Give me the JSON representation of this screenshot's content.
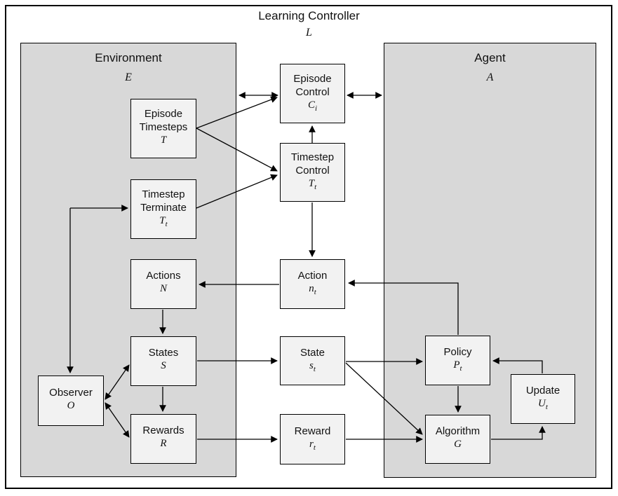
{
  "title": {
    "label": "Learning Controller",
    "symbol": "L"
  },
  "panels": {
    "environment": {
      "label": "Environment",
      "symbol": "E"
    },
    "agent": {
      "label": "Agent",
      "symbol": "A"
    }
  },
  "nodes": {
    "episode_control": {
      "label": "Episode Control",
      "symbol": "C",
      "subscript": "i"
    },
    "timestep_control": {
      "label": "Timestep Control",
      "symbol": "T",
      "subscript": "t"
    },
    "episode_timesteps": {
      "label": "Episode Timesteps",
      "symbol": "T",
      "subscript": ""
    },
    "timestep_terminate": {
      "label": "Timestep Terminate",
      "symbol": "T",
      "subscript": "t"
    },
    "actions": {
      "label": "Actions",
      "symbol": "N",
      "subscript": ""
    },
    "action": {
      "label": "Action",
      "symbol": "n",
      "subscript": "t"
    },
    "states": {
      "label": "States",
      "symbol": "S",
      "subscript": ""
    },
    "state": {
      "label": "State",
      "symbol": "s",
      "subscript": "t"
    },
    "observer": {
      "label": "Observer",
      "symbol": "O",
      "subscript": ""
    },
    "rewards": {
      "label": "Rewards",
      "symbol": "R",
      "subscript": ""
    },
    "reward": {
      "label": "Reward",
      "symbol": "r",
      "subscript": "t"
    },
    "policy": {
      "label": "Policy",
      "symbol": "P",
      "subscript": "t"
    },
    "update": {
      "label": "Update",
      "symbol": "U",
      "subscript": "t"
    },
    "algorithm": {
      "label": "Algorithm",
      "symbol": "G",
      "subscript": ""
    }
  },
  "connections": [
    {
      "from": "environment-edge",
      "to": "episode_control",
      "direction": "both"
    },
    {
      "from": "episode_control",
      "to": "agent-edge",
      "direction": "both"
    },
    {
      "from": "episode_timesteps",
      "to": "episode_control",
      "direction": "forward"
    },
    {
      "from": "episode_timesteps",
      "to": "timestep_control",
      "direction": "forward"
    },
    {
      "from": "episode_timesteps",
      "to": "timestep_terminate",
      "direction": "forward"
    },
    {
      "from": "timestep_terminate",
      "to": "timestep_control",
      "direction": "forward"
    },
    {
      "from": "timestep_control",
      "to": "episode_control",
      "direction": "forward"
    },
    {
      "from": "timestep_control",
      "to": "action",
      "direction": "forward"
    },
    {
      "from": "action",
      "to": "actions",
      "direction": "forward"
    },
    {
      "from": "policy",
      "to": "action",
      "direction": "forward"
    },
    {
      "from": "actions",
      "to": "states",
      "direction": "forward"
    },
    {
      "from": "states",
      "to": "state",
      "direction": "forward"
    },
    {
      "from": "state",
      "to": "policy",
      "direction": "forward"
    },
    {
      "from": "state",
      "to": "algorithm",
      "direction": "forward"
    },
    {
      "from": "states",
      "to": "rewards",
      "direction": "forward"
    },
    {
      "from": "rewards",
      "to": "reward",
      "direction": "forward"
    },
    {
      "from": "reward",
      "to": "algorithm",
      "direction": "forward"
    },
    {
      "from": "policy",
      "to": "algorithm",
      "direction": "forward"
    },
    {
      "from": "algorithm",
      "to": "update",
      "direction": "forward"
    },
    {
      "from": "update",
      "to": "policy",
      "direction": "forward"
    },
    {
      "from": "observer",
      "to": "timestep_terminate",
      "direction": "both"
    },
    {
      "from": "observer",
      "to": "states",
      "direction": "both"
    },
    {
      "from": "observer",
      "to": "rewards",
      "direction": "both"
    }
  ],
  "colors": {
    "background": "#ffffff",
    "panel_fill": "#d8d8d8",
    "node_fill": "#f2f2f2",
    "line": "#000000",
    "text": "#111111"
  }
}
